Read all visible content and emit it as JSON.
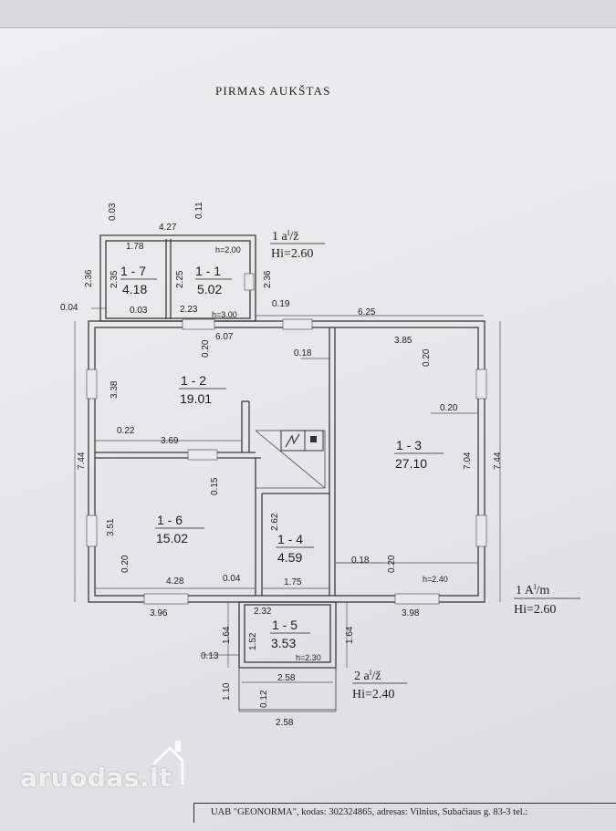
{
  "title": "PIRMAS AUKŠTAS",
  "rooms": [
    {
      "id": "1 - 7",
      "area": "4.18"
    },
    {
      "id": "1 - 1",
      "area": "5.02"
    },
    {
      "id": "1 - 2",
      "area": "19.01"
    },
    {
      "id": "1 - 3",
      "area": "27.10"
    },
    {
      "id": "1 - 6",
      "area": "15.02"
    },
    {
      "id": "1 - 4",
      "area": "4.59"
    },
    {
      "id": "1 - 5",
      "area": "3.53"
    }
  ],
  "annotations": {
    "a1": {
      "label": "1 a",
      "sup": "I",
      "suffix": "/ž",
      "height": "Hi=2.60"
    },
    "a2": {
      "label": "1 A",
      "sup": "I",
      "suffix": "/m",
      "height": "Hi=2.60"
    },
    "a3": {
      "label": "2 a",
      "sup": "I",
      "suffix": "/ž",
      "height": "Hi=2.40"
    }
  },
  "heights": {
    "h1": "h=2.00",
    "h2": "h=3.00",
    "h3": "h=2.40",
    "h4": "h=2.30"
  },
  "dimensions": {
    "d_0_03_top": "0.03",
    "d_0_11": "0.11",
    "d_4_27": "4.27",
    "d_1_78": "1.78",
    "d_2_36_left": "2.36",
    "d_2_35": "2.35",
    "d_2_25": "2.25",
    "d_2_36_right": "2.36",
    "d_0_04_left": "0.04",
    "d_0_03": "0.03",
    "d_2_23": "2.23",
    "d_0_19": "0.19",
    "d_6_25": "6.25",
    "d_6_07": "6.07",
    "d_0_20_a": "0.20",
    "d_0_18_a": "0.18",
    "d_3_85": "3.85",
    "d_0_20_b": "0.20",
    "d_3_38": "3.38",
    "d_0_20_c": "0.20",
    "d_0_22": "0.22",
    "d_3_69": "3.69",
    "d_7_44_left": "7.44",
    "d_7_04": "7.04",
    "d_7_44_right": "7.44",
    "d_0_15": "0.15",
    "d_2_62": "2.62",
    "d_3_51": "3.51",
    "d_0_20_d": "0.20",
    "d_4_28": "4.28",
    "d_0_04": "0.04",
    "d_1_75": "1.75",
    "d_0_18_b": "0.18",
    "d_0_20_e": "0.20",
    "d_3_96": "3.96",
    "d_2_32": "2.32",
    "d_3_98": "3.98",
    "d_1_64_left": "1.64",
    "d_1_52": "1.52",
    "d_1_64_right": "1.64",
    "d_0_13": "0.13",
    "d_2_58_inner": "2.58",
    "d_1_10": "1.10",
    "d_0_12": "0.12",
    "d_2_58_bottom": "2.58"
  },
  "watermark": "aruodas.lt",
  "footer": "UAB \"GEONORMA\", kodas: 302324865, adresas: Vilnius, Subačiaus g. 83-3 tel.:"
}
